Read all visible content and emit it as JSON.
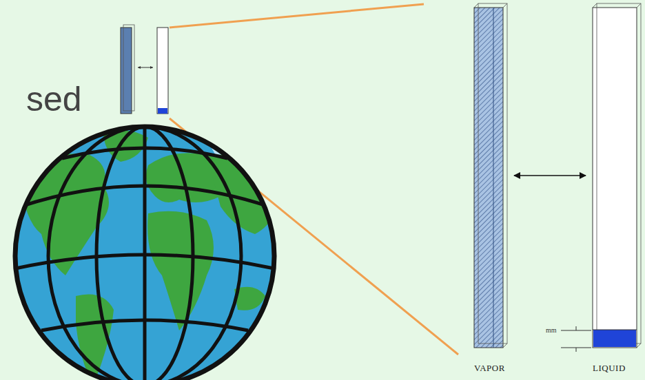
{
  "diagram": {
    "nodes": [
      {
        "text": [
          "VAPOR"
        ]
      },
      {
        "text": [
          "LIQUID"
        ]
      }
    ],
    "edges": [
      {
        "from": 0,
        "to": 1,
        "arrow": "both"
      }
    ],
    "labels": [
      "sed",
      "mm"
    ]
  }
}
